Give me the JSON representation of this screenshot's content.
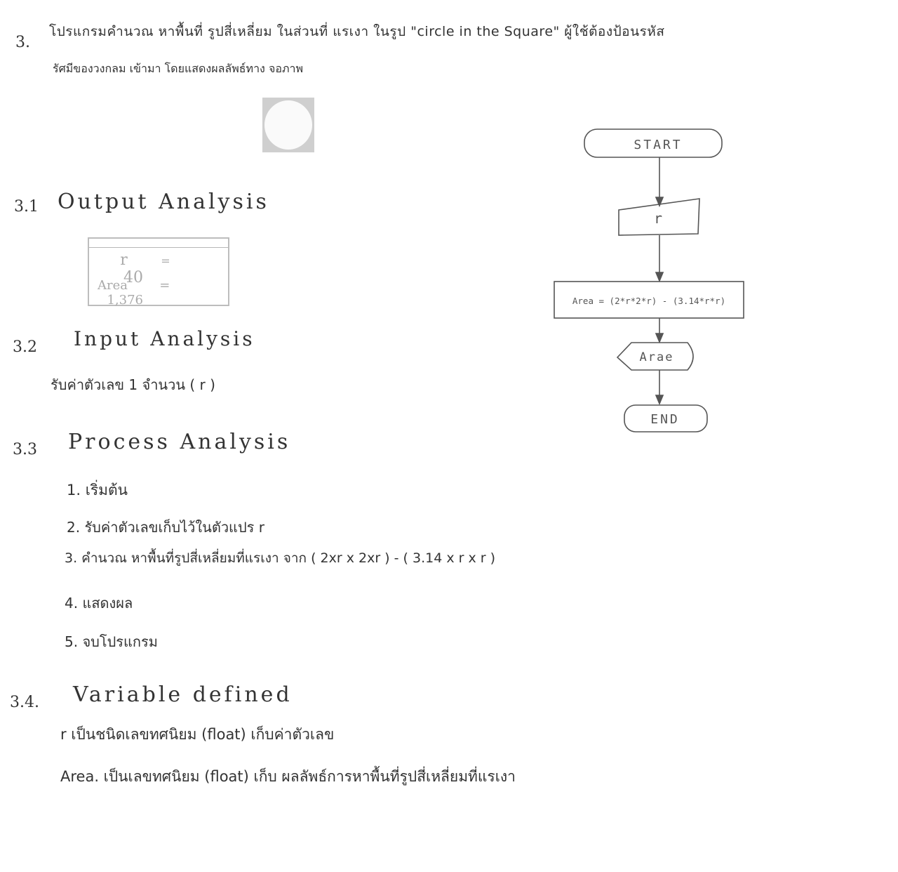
{
  "header": {
    "number": "3.",
    "line1": "โปรแกรมคำนวณ หาพื้นที่ รูปสี่เหลี่ยม ในส่วนที่ แรเงา ในรูป \"circle in the Square\" ผู้ใช้ต้องป้อนรหัส",
    "line2": "รัศมีของวงกลม เข้ามา โดยแสดงผลลัพธ์ทาง จอภาพ"
  },
  "output_analysis": {
    "number": "3.1",
    "heading": "Output Analysis",
    "rows": [
      {
        "label": "r",
        "sep": "=",
        "value": "40"
      },
      {
        "label": "Area",
        "sep": "=",
        "value": "1,376"
      }
    ]
  },
  "input_analysis": {
    "number": "3.2",
    "heading": "Input Analysis",
    "body": "รับค่าตัวเลข 1 จำนวน ( r )"
  },
  "process_analysis": {
    "number": "3.3",
    "heading": "Process Analysis",
    "steps": [
      "1. เริ่มต้น",
      "2. รับค่าตัวเลขเก็บไว้ในตัวแปร r",
      "3. คำนวณ หาพื้นที่รูปสี่เหลี่ยมที่แรเงา จาก ( 2xr x 2xr ) - ( 3.14 x r x r )",
      "4. แสดงผล",
      "5. จบโปรแกรม"
    ]
  },
  "variable_defined": {
    "number": "3.4.",
    "heading": "Variable defined",
    "lines": [
      "r เป็นชนิดเลขทศนิยม (float) เก็บค่าตัวเลข",
      "Area. เป็นเลขทศนิยม (float) เก็บ ผลลัพธ์การหาพื้นที่รูปสี่เหลี่ยมที่แรเงา"
    ]
  },
  "flowchart": {
    "start": "START",
    "input": "r",
    "process": "Area = (2*r*2*r) - (3.14*r*r)",
    "output": "Arae",
    "end": "END"
  }
}
